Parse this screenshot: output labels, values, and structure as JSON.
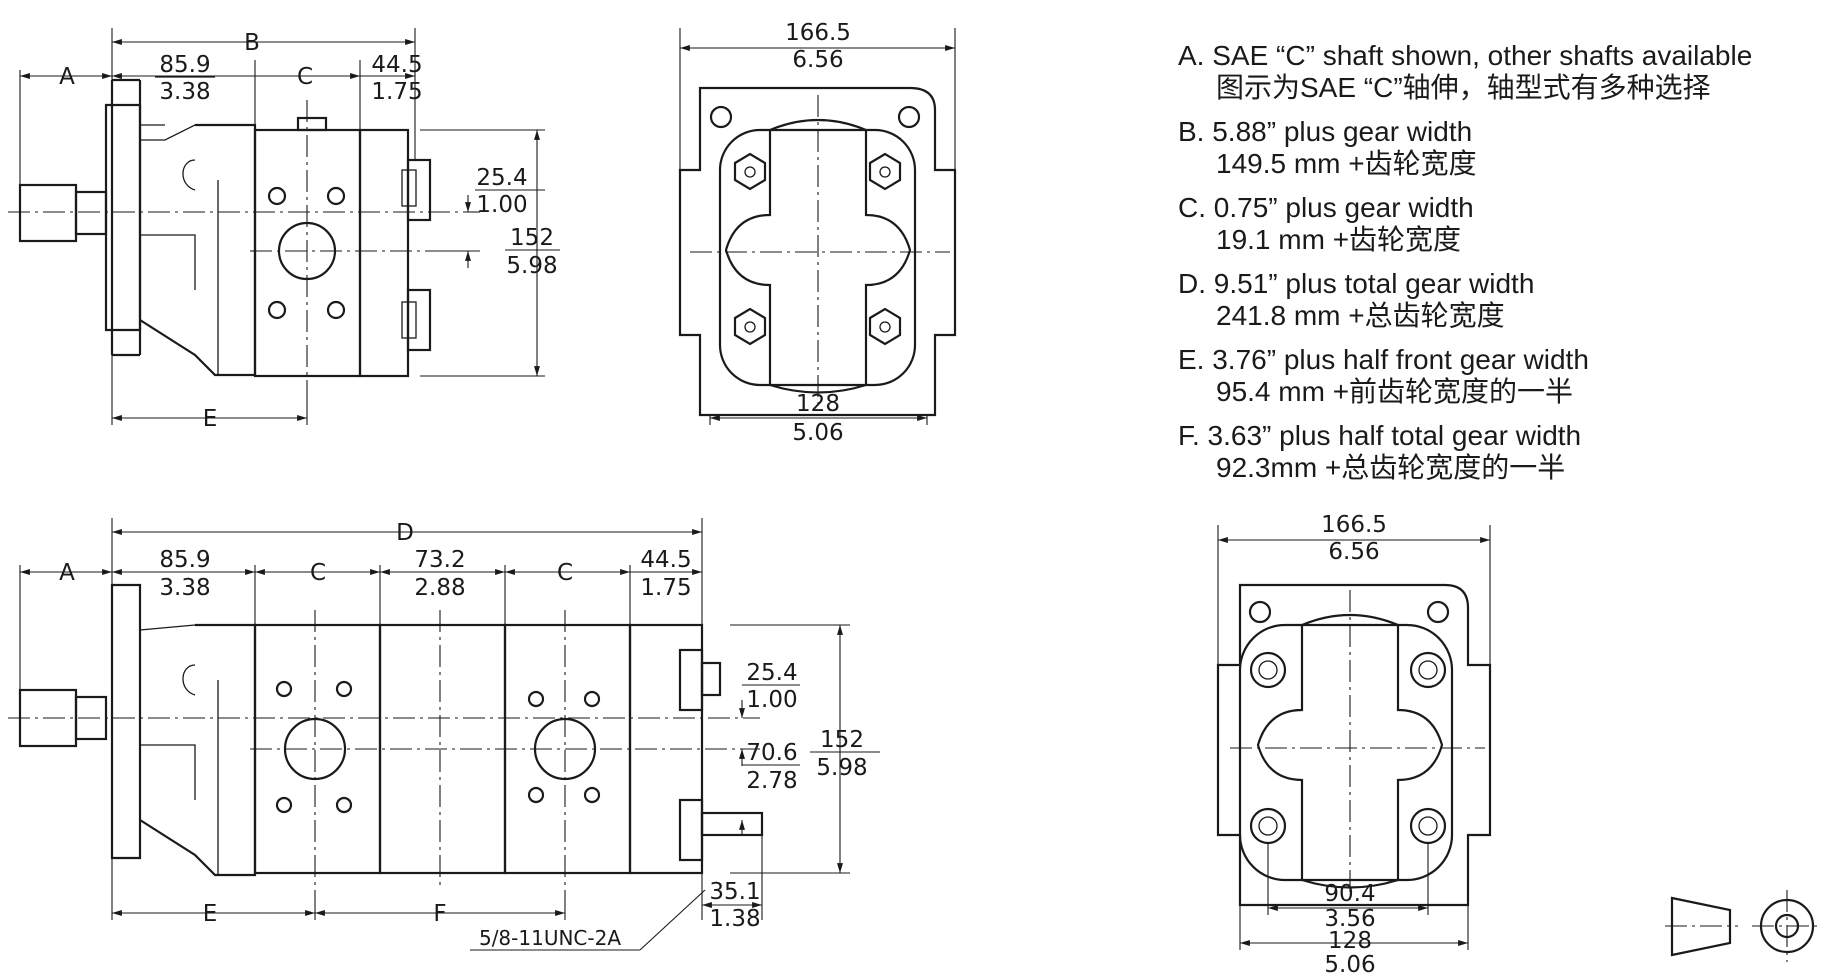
{
  "top_left": {
    "labels": {
      "a": "A",
      "b": "B",
      "c": "C",
      "e": "E"
    },
    "dims": {
      "flange_mm": "85.9",
      "flange_in": "3.38",
      "end_mm": "44.5",
      "end_in": "1.75",
      "offset_mm": "25.4",
      "offset_in": "1.00",
      "height_mm": "152",
      "height_in": "5.98"
    }
  },
  "top_middle": {
    "dims": {
      "width_mm": "166.5",
      "width_in": "6.56",
      "base_mm": "128",
      "base_in": "5.06"
    }
  },
  "bottom_left": {
    "labels": {
      "a": "A",
      "c1": "C",
      "c2": "C",
      "d": "D",
      "e": "E",
      "f": "F"
    },
    "dims": {
      "flange_mm": "85.9",
      "flange_in": "3.38",
      "mid_mm": "73.2",
      "mid_in": "2.88",
      "end_mm": "44.5",
      "end_in": "1.75",
      "offset_mm": "25.4",
      "offset_in": "1.00",
      "inner_mm": "70.6",
      "inner_in": "2.78",
      "height_mm": "152",
      "height_in": "5.98",
      "stud_mm": "35.1",
      "stud_in": "1.38"
    },
    "thread_callout": "5/8-11UNC-2A"
  },
  "bottom_right": {
    "dims": {
      "width_mm": "166.5",
      "width_in": "6.56",
      "bolt_mm": "90.4",
      "bolt_in": "3.56",
      "base_mm": "128",
      "base_in": "5.06"
    }
  },
  "notes": [
    {
      "en": "A. SAE “C” shaft shown, other shafts available",
      "cn": "图示为SAE “C”轴伸，轴型式有多种选择"
    },
    {
      "en": "B. 5.88” plus gear width",
      "cn": "149.5 mm +齿轮宽度"
    },
    {
      "en": "C. 0.75” plus gear width",
      "cn": "19.1 mm +齿轮宽度"
    },
    {
      "en": "D. 9.51” plus total gear width",
      "cn": "241.8 mm +总齿轮宽度"
    },
    {
      "en": "E. 3.76” plus half front gear width",
      "cn": "95.4 mm +前齿轮宽度的一半"
    },
    {
      "en": "F. 3.63” plus half total gear width",
      "cn": "92.3mm +总齿轮宽度的一半"
    }
  ]
}
